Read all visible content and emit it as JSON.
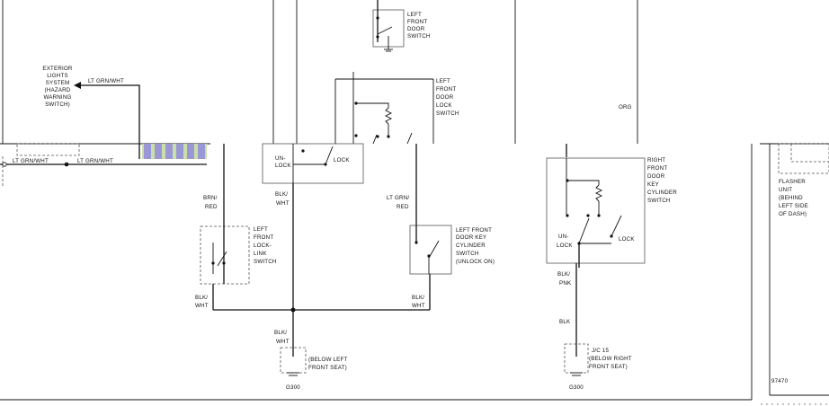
{
  "labels": {
    "exterior": [
      "EXTERIOR",
      "LIGHTS",
      "SYSTEM",
      "(HAZARD",
      "WARNING",
      "SWITCH)"
    ],
    "wire_lt_grn_wht_top": "LT GRN/WHT",
    "wire_lt_grn_wht_left": "LT GRN/WHT",
    "wire_lt_grn_wht_mid": "LT GRN/WHT",
    "left_front_door_switch": [
      "LEFT",
      "FRONT",
      "DOOR",
      "SWITCH"
    ],
    "left_front_door_lock_switch": [
      "LEFT",
      "FRONT",
      "DOOR",
      "LOCK",
      "SWITCH"
    ],
    "unlock_left": [
      "UN-",
      "LOCK"
    ],
    "lock_left": "LOCK",
    "org": "ORG",
    "brn_red": [
      "BRN/",
      "RED"
    ],
    "blk_wht_mid": [
      "BLK/",
      "WHT"
    ],
    "lt_grn_red": [
      "LT GRN/",
      "RED"
    ],
    "left_front_lock_link_switch": [
      "LEFT",
      "FRONT",
      "LOCK-",
      "LINK",
      "SWITCH"
    ],
    "left_front_door_key_cylinder": [
      "LEFT FRONT",
      "DOOR KEY",
      "CYLINDER",
      "SWITCH",
      "(UNLOCK ON)"
    ],
    "blk_wht_left_bottom": [
      "BLK/",
      "WHT"
    ],
    "blk_wht_right_bottom": [
      "BLK/",
      "WHT"
    ],
    "blk_wht_ground": [
      "BLK/",
      "WHT"
    ],
    "below_left_front_seat": [
      "(BELOW LEFT",
      "FRONT SEAT)"
    ],
    "g300_left": "G300",
    "right_front_door_key_cylinder": [
      "RIGHT",
      "FRONT",
      "DOOR",
      "KEY",
      "CYLINDER",
      "SWITCH"
    ],
    "unlock_right": [
      "UN-",
      "LOCK"
    ],
    "lock_right": "LOCK",
    "blk_pnk": [
      "BLK/",
      "PNK"
    ],
    "blk": "BLK",
    "jc15": [
      "J/C 15",
      "(BELOW RIGHT",
      "FRONT SEAT)"
    ],
    "g300_right": "G300",
    "flasher_unit": [
      "FLASHER",
      "UNIT",
      "(BEHIND",
      "LEFT SIDE",
      "OF DASH)"
    ],
    "fig_number": "97470"
  },
  "colors": {
    "wire": "#111111",
    "box_outline": "#555555",
    "strip_purple": "#9b97d6",
    "strip_green": "#c8e0a8"
  }
}
